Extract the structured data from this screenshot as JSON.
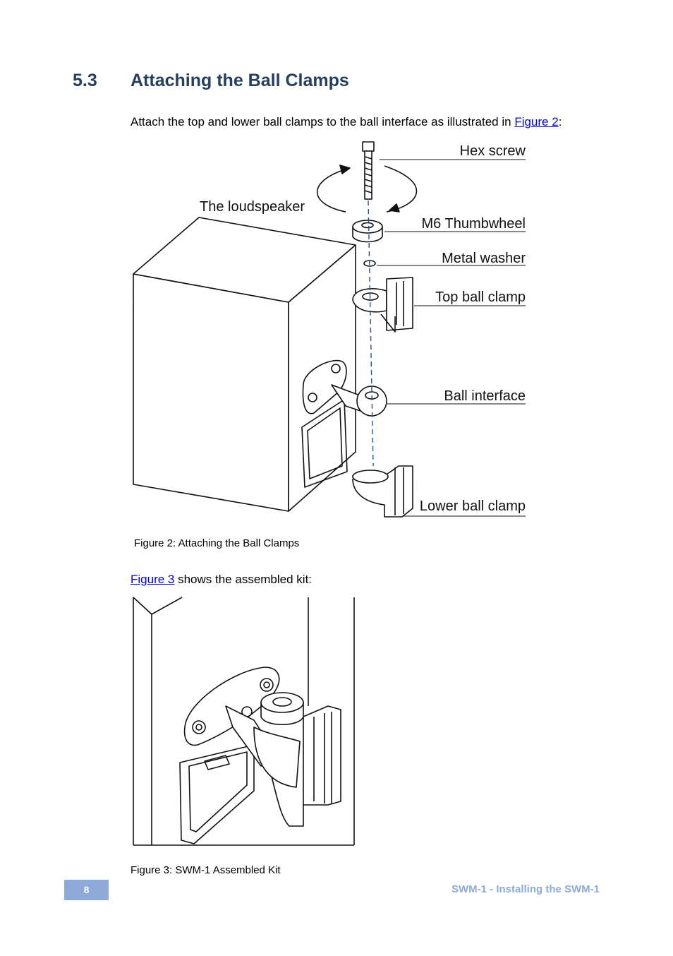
{
  "section": {
    "number": "5.3",
    "title": "Attaching the Ball Clamps"
  },
  "intro": {
    "text": "Attach the top and lower ball clamps to the ball interface as illustrated in ",
    "link": "Figure 2",
    "after": ":"
  },
  "figure2": {
    "labels": {
      "hex_screw": "Hex screw",
      "loudspeaker": "The loudspeaker",
      "thumbwheel": "M6 Thumbwheel",
      "washer": "Metal washer",
      "top_clamp": "Top ball clamp",
      "ball_interface": "Ball interface",
      "lower_clamp": "Lower ball clamp"
    },
    "caption": "Figure 2: Attaching the Ball Clamps"
  },
  "second_para": {
    "link": "Figure 3",
    "text": " shows the assembled kit:"
  },
  "figure3": {
    "caption": "Figure 3: SWM-1 Assembled Kit"
  },
  "footer": {
    "page_number": "8",
    "title": "SWM-1 - Installing the SWM-1",
    "accent_color": "#8eaad8"
  }
}
